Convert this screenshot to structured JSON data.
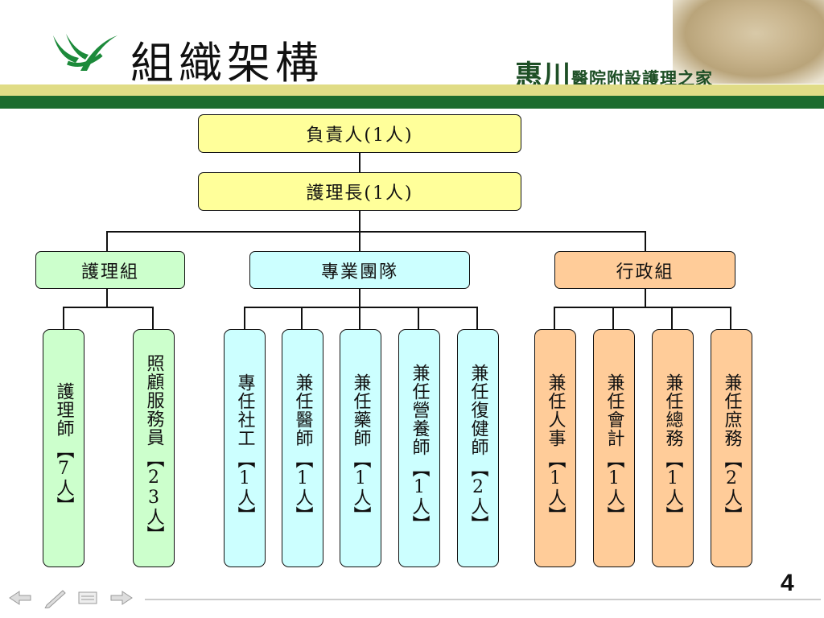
{
  "header": {
    "title": "組織架構",
    "brand_big": "惠川",
    "brand_small": "醫院附設護理之家"
  },
  "org": {
    "head": "負責人(1人)",
    "chief_nurse": "護理長(1人)",
    "groups": {
      "nursing": {
        "label": "護理組",
        "members": [
          {
            "title": "護理師",
            "count": "【7人】"
          },
          {
            "title": "照顧服務員",
            "count": "【23人】"
          }
        ]
      },
      "professional": {
        "label": "專業團隊",
        "members": [
          {
            "title": "專任社工",
            "count": "【1人】"
          },
          {
            "title": "兼任醫師",
            "count": "【1人】"
          },
          {
            "title": "兼任藥師",
            "count": "【1人】"
          },
          {
            "title": "兼任營養師",
            "count": "【1人】"
          },
          {
            "title": "兼任復健師",
            "count": "【2人】"
          }
        ]
      },
      "admin": {
        "label": "行政組",
        "members": [
          {
            "title": "兼任人事",
            "count": "【1人】"
          },
          {
            "title": "兼任會計",
            "count": "【1人】"
          },
          {
            "title": "兼任總務",
            "count": "【1人】"
          },
          {
            "title": "兼任庶務",
            "count": "【2人】"
          }
        ]
      }
    }
  },
  "footer": {
    "page_number": "4",
    "nav_icons": [
      "back-arrow-icon",
      "pen-icon",
      "menu-icon",
      "forward-arrow-icon"
    ]
  },
  "colors": {
    "top_box": "#ffff9a",
    "nursing": "#ccffcc",
    "professional": "#ccffff",
    "admin": "#ffcc99",
    "header_green": "#1c6b2e",
    "header_yellow": "#e0dc86"
  }
}
